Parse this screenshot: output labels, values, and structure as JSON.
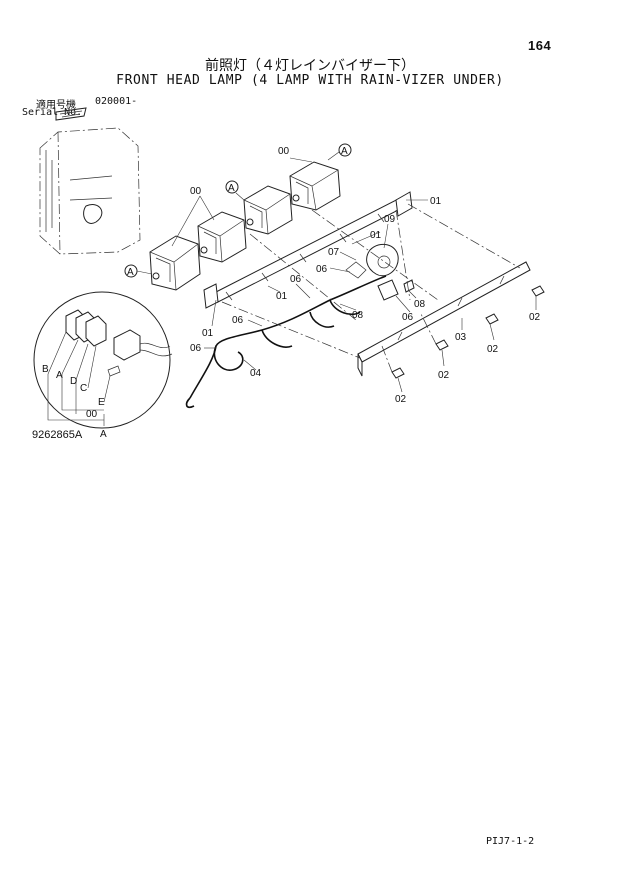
{
  "page_number": "164",
  "title_jp": "前照灯（４灯レインバイザー下）",
  "title_en": "FRONT HEAD LAMP (4 LAMP WITH RAIN-VIZER UNDER)",
  "serial": {
    "label_jp": "適用号機",
    "value": "020001-",
    "label_en": "Serial No."
  },
  "drawing_number": "9262865A",
  "footer_code": "PIJ7-1-2",
  "callouts": {
    "c00_a": "00",
    "c00_b": "00",
    "c01_a": "01",
    "c01_b": "01",
    "c01_c": "01",
    "c01_d": "01",
    "c02_a": "02",
    "c02_b": "02",
    "c02_c": "02",
    "c02_d": "02",
    "c03": "03",
    "c04": "04",
    "c06_a": "06",
    "c06_b": "06",
    "c06_c": "06",
    "c06_d": "06",
    "c06_e": "06",
    "c07": "07",
    "c08_a": "08",
    "c08_b": "08",
    "c09": "09",
    "detail_00": "00",
    "detail_A": "A"
  },
  "ref_markers": {
    "m1": "A",
    "m2": "A",
    "m3": "A"
  },
  "detail_letters": {
    "B": "B",
    "A": "A",
    "D": "D",
    "C": "C",
    "E": "E"
  }
}
